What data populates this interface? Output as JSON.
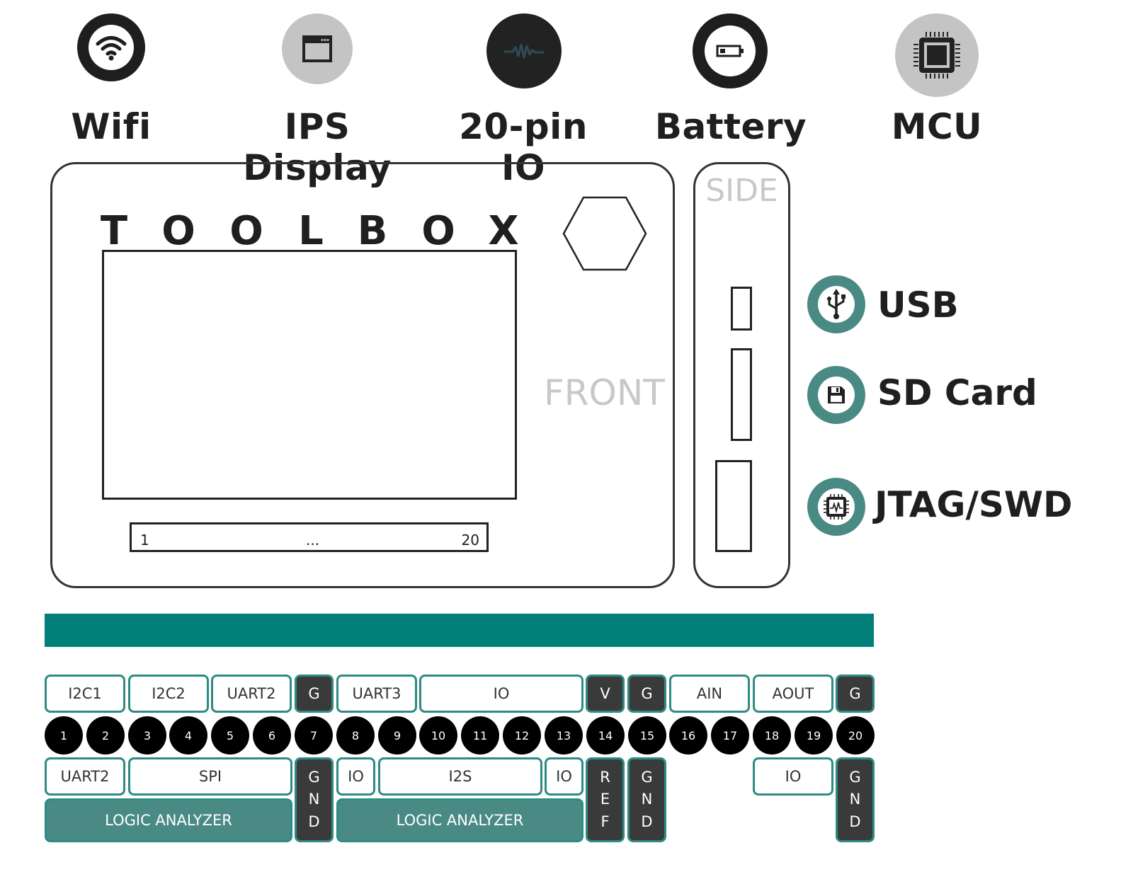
{
  "features": [
    {
      "label": "Wifi",
      "icon": "wifi-icon"
    },
    {
      "label": "IPS Display",
      "icon": "window-icon"
    },
    {
      "label": "20-pin IO",
      "icon": "waveform-icon"
    },
    {
      "label": "Battery",
      "icon": "battery-icon"
    },
    {
      "label": "MCU",
      "icon": "chip-icon"
    }
  ],
  "front": {
    "brand_letters": [
      "T",
      "O",
      "O",
      "L",
      "B",
      "O",
      "X"
    ],
    "label": "FRONT",
    "pin_strip": {
      "start": "1",
      "middle": "...",
      "end": "20"
    }
  },
  "side": {
    "label": "SIDE"
  },
  "interfaces": [
    {
      "label": "USB",
      "icon": "usb-icon"
    },
    {
      "label": "SD Card",
      "icon": "floppy-icon"
    },
    {
      "label": "JTAG/SWD",
      "icon": "debug-chip-icon"
    }
  ],
  "colors": {
    "accent": "#008079",
    "teal_border": "#2e8b84",
    "logic_analyzer": "#4a8a85",
    "dark": "#3a3a3a"
  },
  "pinout": {
    "top": [
      {
        "label": "I2C1",
        "style": "light"
      },
      {
        "label": "I2C2",
        "style": "light"
      },
      {
        "label": "UART2",
        "style": "light"
      },
      {
        "label": "G",
        "style": "dark"
      },
      {
        "label": "UART3",
        "style": "light"
      },
      {
        "label": "IO",
        "style": "light"
      },
      {
        "label": "V",
        "style": "dark"
      },
      {
        "label": "G",
        "style": "dark"
      },
      {
        "label": "AIN",
        "style": "light"
      },
      {
        "label": "AOUT",
        "style": "light"
      },
      {
        "label": "G",
        "style": "dark"
      }
    ],
    "pins": [
      "1",
      "2",
      "3",
      "4",
      "5",
      "6",
      "7",
      "8",
      "9",
      "10",
      "11",
      "12",
      "13",
      "14",
      "15",
      "16",
      "17",
      "18",
      "19",
      "20"
    ],
    "bottom": [
      {
        "label": "UART2",
        "style": "light"
      },
      {
        "label": "SPI",
        "style": "light"
      },
      {
        "label": "IO",
        "style": "light"
      },
      {
        "label": "I2S",
        "style": "light"
      },
      {
        "label": "IO",
        "style": "light"
      },
      {
        "label": "IO",
        "style": "light"
      }
    ],
    "vertical": [
      {
        "letters": [
          "G",
          "N",
          "D"
        ]
      },
      {
        "letters": [
          "R",
          "E",
          "F"
        ]
      },
      {
        "letters": [
          "G",
          "N",
          "D"
        ]
      },
      {
        "letters": [
          "G",
          "N",
          "D"
        ]
      }
    ],
    "logic_analyzer": [
      {
        "label": "LOGIC ANALYZER"
      },
      {
        "label": "LOGIC ANALYZER"
      }
    ]
  }
}
